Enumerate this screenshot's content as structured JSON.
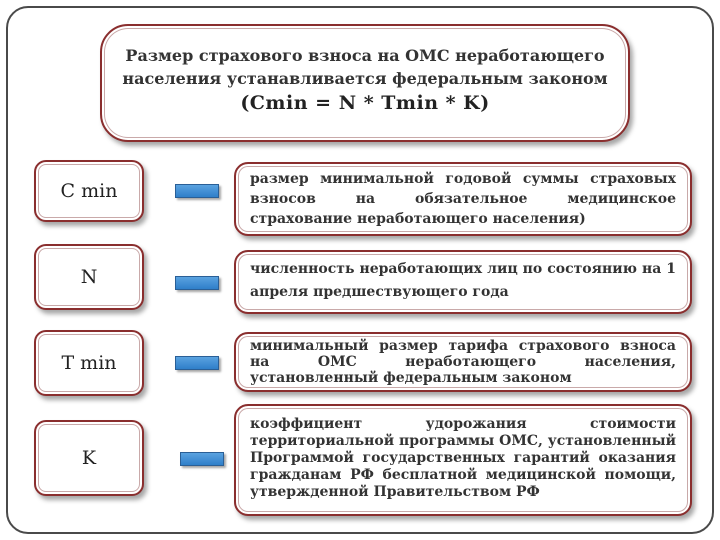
{
  "header": {
    "line1": "Размер страхового взноса на ОМС неработающего",
    "line2": "населения устанавливается федеральным законом",
    "formula": "(Cmin  =  N * Tmin * K)"
  },
  "rows": [
    {
      "label": "C min",
      "description": "размер минимальной годовой суммы страховых взносов на обязательное медицинское страхование неработающего населения)"
    },
    {
      "label": "N",
      "description": "численность неработающих лиц по состоянию на 1 апреля предшествующего года"
    },
    {
      "label": "T min",
      "description": "минимальный размер тарифа страхового взноса на ОМС неработающего населения, установленный федеральным законом"
    },
    {
      "label": "K",
      "description": "коэффициент удорожания стоимости территориальной программы ОМС, установленный Программой государственных гарантий оказания гражданам РФ бесплатной медицинской помощи, утвержденной Правительством РФ"
    }
  ],
  "colors": {
    "box_border": "#8a2e2e",
    "connector": "#3d8fd6",
    "frame": "#4a4a4a"
  }
}
